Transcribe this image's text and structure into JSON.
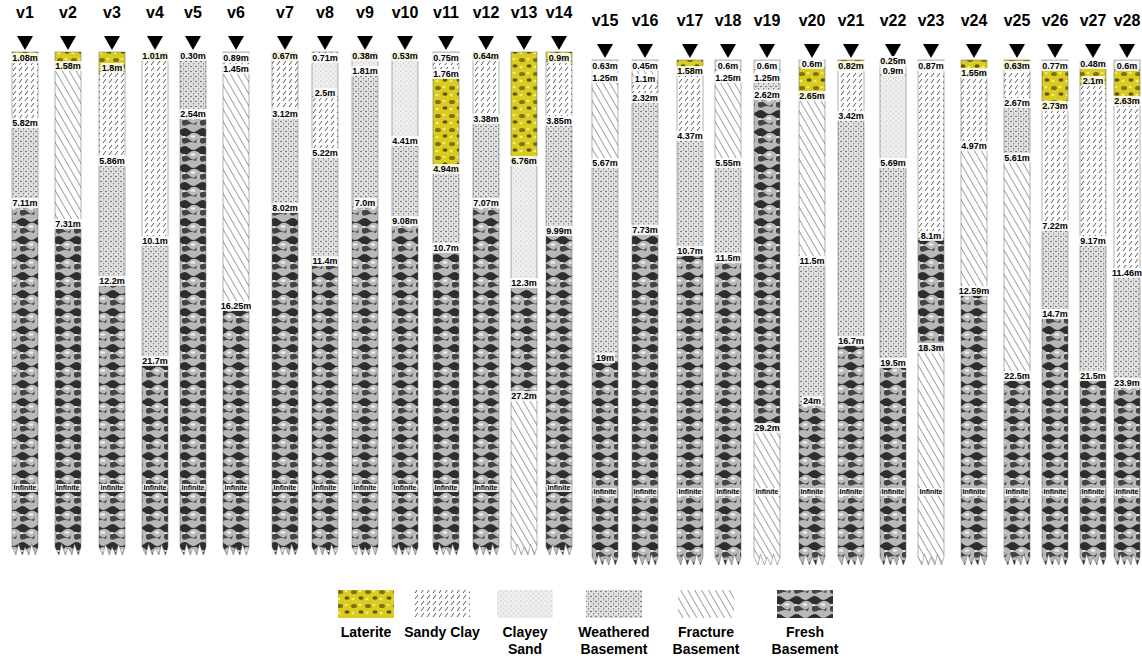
{
  "diagram": {
    "labels": [
      "v1",
      "1.08m",
      "5.82m",
      "7.11m",
      "Infinite",
      "v2",
      "1.58m",
      "7.31m",
      "Infinite",
      "v3",
      "1.8m",
      "5.86m",
      "12.2m",
      "Infinite",
      "v4",
      "1.01m",
      "10.1m",
      "21.7m",
      "Infinite",
      "v5",
      "0.30m",
      "2.54m",
      "Infinite",
      "v6",
      "0.89m",
      "1.45m",
      "16.25m",
      "Infinite",
      "v7",
      "0.67m",
      "3.12m",
      "8.02m",
      "Infinite",
      "v8",
      "0.71m",
      "2.5m",
      "5.22m",
      "11.4m",
      "Infinite",
      "v9",
      "0.38m",
      "1.81m",
      "7.0m",
      "Infinite",
      "v10",
      "0.53m",
      "4.41m",
      "9.08m",
      "Infinite",
      "v11",
      "0.75m",
      "1.76m",
      "4.94m",
      "10.7m",
      "Infinite",
      "v12",
      "0.64m",
      "3.38m",
      "7.07m",
      "Infinite",
      "v13",
      "6.76m",
      "12.3m",
      "27.2m",
      "v14",
      "0.9m",
      "3.85m",
      "9.99m",
      "Infinite",
      "v15",
      "0.63m",
      "1.25m",
      "5.67m",
      "19m",
      "Infinite",
      "v16",
      "0.45m",
      "1.1m",
      "2.32m",
      "7.73m",
      "Infinite",
      "v17",
      "1.58m",
      "4.37m",
      "10.7m",
      "Infinite",
      "v18",
      "0.6m",
      "1.25m",
      "5.55m",
      "11.5m",
      "Infinite",
      "v19",
      "0.6m",
      "1.25m",
      "2.62m",
      "29.2m",
      "Infinite",
      "v20",
      "0.6m",
      "2.65m",
      "11.5m",
      "24m",
      "Infinite",
      "v21",
      "0.82m",
      "3.42m",
      "16.7m",
      "Infinite",
      "v22",
      "0.25m",
      "0.9m",
      "5.69m",
      "19.5m",
      "Infinite",
      "v23",
      "0.87m",
      "8.1m",
      "18.3m",
      "Infinite",
      "v24",
      "1.55m",
      "4.97m",
      "12.59m",
      "Infinite",
      "v25",
      "0.63m",
      "2.67m",
      "5.61m",
      "22.5m",
      "Infinite",
      "v26",
      "0.77m",
      "2.73m",
      "7.22m",
      "14.7m",
      "Infinite",
      "v27",
      "0.48m",
      "2.1m",
      "9.17m",
      "21.5m",
      "Infinite",
      "v28",
      "0.6m",
      "2.63m",
      "11.46m",
      "23.9m",
      "Infinite"
    ],
    "legend": [
      {
        "text": "Laterite"
      },
      {
        "text": "Sandy Clay"
      },
      {
        "text": "Clayey Sand"
      },
      {
        "text": "Weathered Basement"
      },
      {
        "text": "Fracture Basement"
      },
      {
        "text": "Fresh Basement"
      }
    ]
  }
}
